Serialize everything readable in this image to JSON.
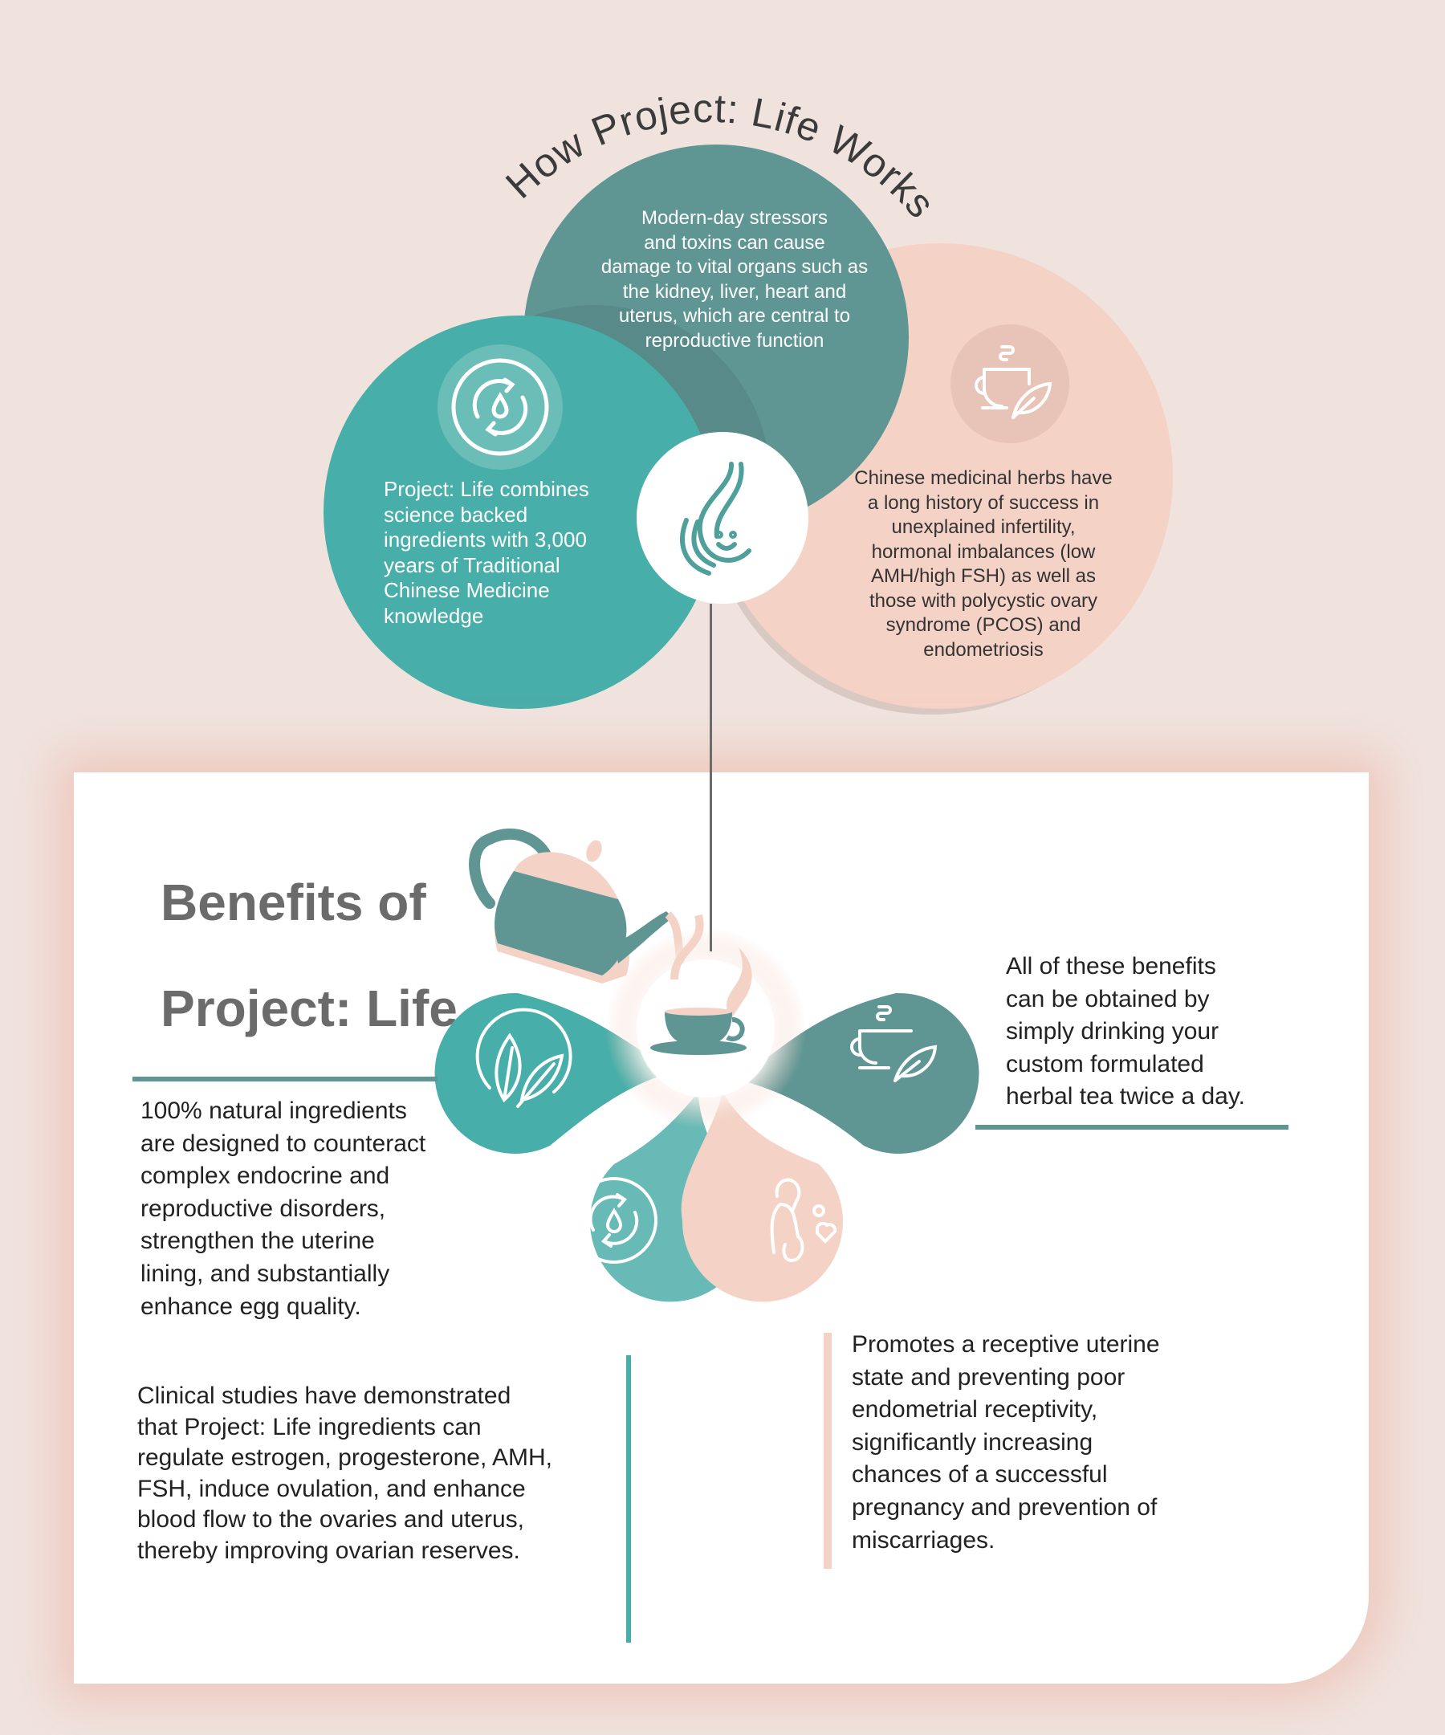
{
  "how_it_works": {
    "title": "How Project: Life Works",
    "stressors_text": "Modern-day stressors\nand toxins can cause\ndamage to vital organs such as\nthe kidney, liver, heart and\nuterus, which are central to\nreproductive function",
    "combines_text": "Project: Life combines\nscience backed\ningredients with 3,000\nyears of Traditional\nChinese Medicine\nknowledge",
    "herbs_text": "Chinese medicinal herbs have\na long history of success in\nunexplained infertility,\nhormonal imbalances (low\nAMH/high FSH) as well as\nthose with polycystic ovary\nsyndrome (PCOS) and\nendometriosis"
  },
  "benefits": {
    "title_line1": "Benefits of",
    "title_line2": "Project: Life",
    "natural_text": "100% natural ingredients\nare designed to counteract\ncomplex endocrine and\nreproductive disorders,\nstrengthen the uterine\nlining, and substantially\nenhance egg quality.",
    "drinking_text": "All of these benefits\ncan be obtained by\nsimply drinking your\ncustom formulated\nherbal tea twice a day.",
    "clinical_text": "Clinical studies have demonstrated\nthat Project: Life ingredients can\nregulate estrogen, progesterone, AMH,\nFSH, induce ovulation, and enhance\nblood flow to the ovaries and uterus,\nthereby improving ovarian reserves.",
    "promotes_text": "Promotes a receptive uterine\nstate and preventing poor\nendometrial receptivity,\nsignificantly increasing\nchances of a successful\npregnancy and prevention of\nmiscarriages."
  },
  "colors": {
    "teal": "#48aea9",
    "dark_teal": "#5f9694",
    "light_teal": "#67bab5",
    "pink": "#f4d2c5",
    "background": "#f0e3de"
  }
}
